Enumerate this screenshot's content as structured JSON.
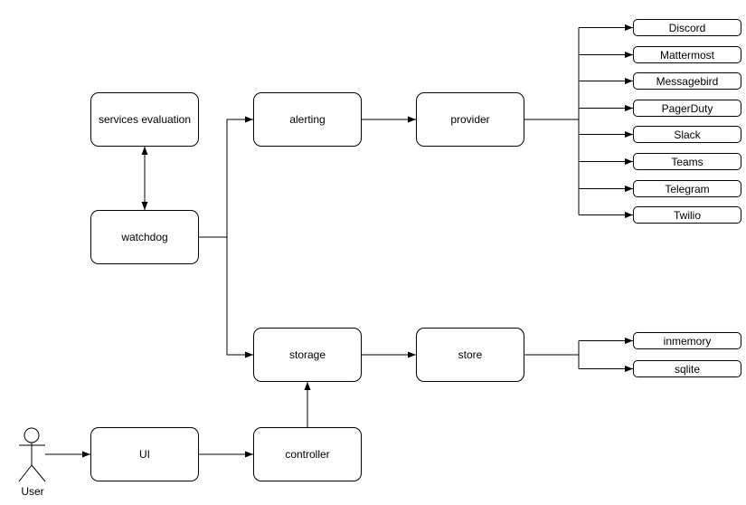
{
  "nodes": {
    "services_evaluation": "services evaluation",
    "watchdog": "watchdog",
    "alerting": "alerting",
    "provider": "provider",
    "storage": "storage",
    "store": "store",
    "ui": "UI",
    "controller": "controller"
  },
  "providers": [
    "Discord",
    "Mattermost",
    "Messagebird",
    "PagerDuty",
    "Slack",
    "Teams",
    "Telegram",
    "Twilio"
  ],
  "stores": [
    "inmemory",
    "sqlite"
  ],
  "actor": {
    "label": "User"
  },
  "colors": {
    "stroke": "#000000",
    "fill": "#ffffff",
    "text": "#000000"
  }
}
